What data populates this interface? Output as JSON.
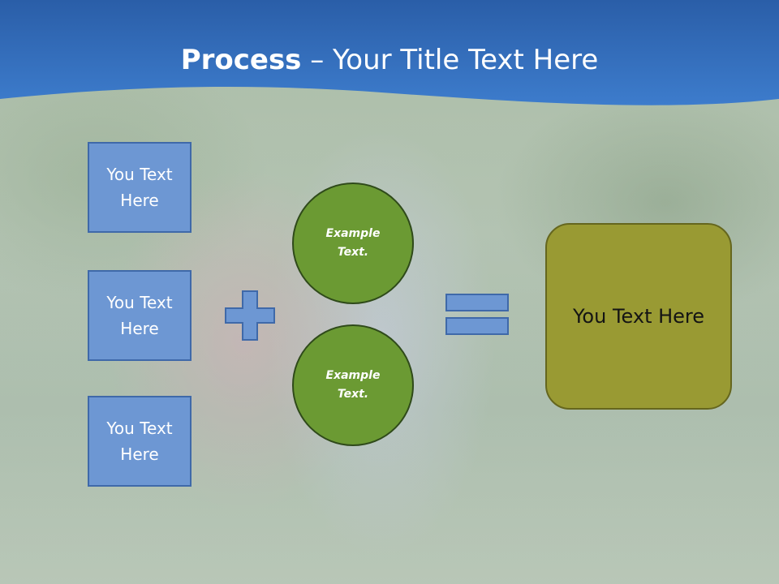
{
  "slide": {
    "title_bold": "Process",
    "title_rest": " – Your Title Text Here"
  },
  "inputs": [
    {
      "line1": "You Text",
      "line2": "Here"
    },
    {
      "line1": "You Text",
      "line2": "Here"
    },
    {
      "line1": "You Text",
      "line2": "Here"
    }
  ],
  "circles": [
    {
      "line1": "Example",
      "line2": "Text."
    },
    {
      "line1": "Example",
      "line2": "Text."
    }
  ],
  "result": {
    "text": "You Text Here"
  },
  "colors": {
    "header_blue": "#2f6cb5",
    "box_blue": "#6d97d3",
    "circle_green": "#6b9a33",
    "result_olive": "#999a33"
  },
  "icons": [
    "plus-icon",
    "equals-icon"
  ]
}
